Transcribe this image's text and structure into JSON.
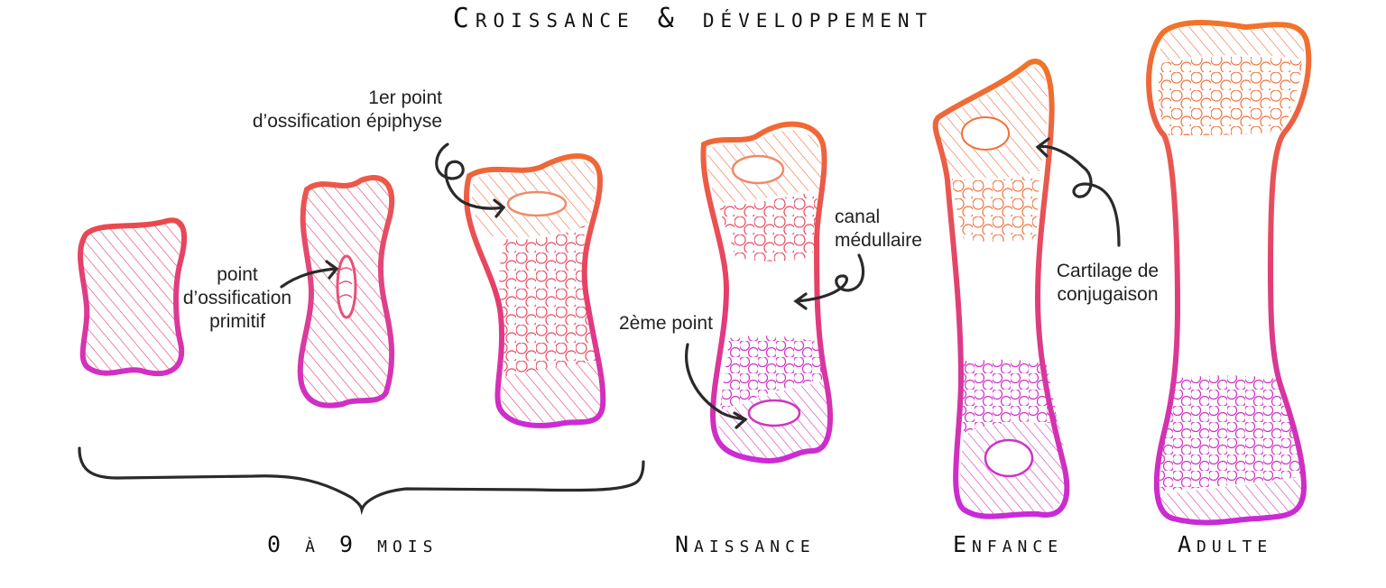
{
  "title": "Croissance & développement",
  "annotations": {
    "epiphysis_point": [
      "1er point",
      "d’ossification épiphyse"
    ],
    "primary_point": [
      "point",
      "d’ossification",
      "primitif"
    ],
    "medullary_canal": [
      "canal",
      "médullaire"
    ],
    "second_point": [
      "2ème point"
    ],
    "growth_plate": [
      "Cartilage de",
      "conjugaison"
    ]
  },
  "stages": {
    "months": "0 à 9 mois",
    "birth": "Naissance",
    "childhood": "Enfance",
    "adult": "Adulte"
  },
  "colors": {
    "gradient_top": "#f2762a",
    "gradient_mid": "#e8405a",
    "gradient_bottom": "#cc2bd6",
    "ink": "#2a2a2a"
  }
}
